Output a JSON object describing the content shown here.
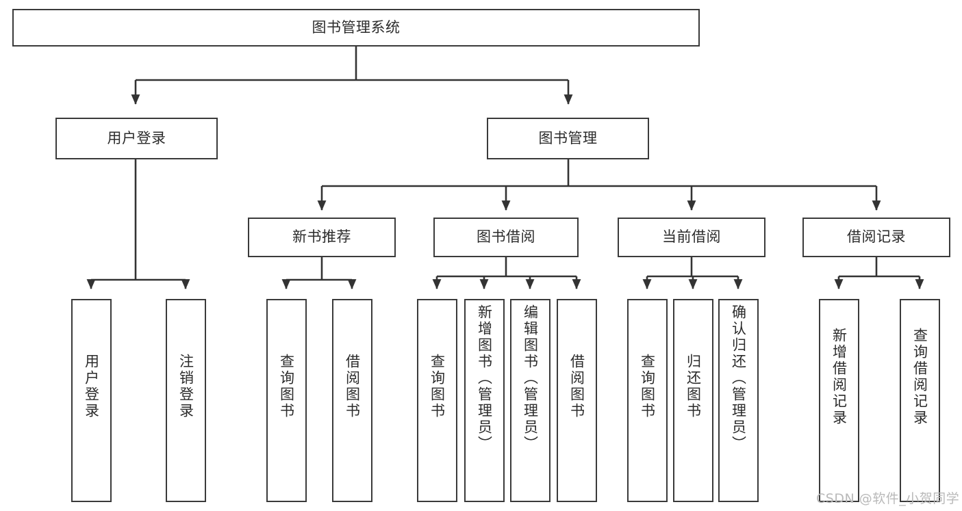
{
  "diagram": {
    "type": "tree-hierarchy",
    "title": "图书管理系统",
    "watermark": "CSDN @软件_小贺同学",
    "colors": {
      "box_border": "#3a3a3a",
      "box_fill": "#ffffff",
      "connector": "#333333",
      "text": "#2b2b2b",
      "background": "#ffffff",
      "watermark": "#b9b9b9"
    },
    "levels": {
      "root": {
        "label": "图书管理系统"
      },
      "level2": [
        {
          "label": "用户登录"
        },
        {
          "label": "图书管理"
        }
      ],
      "level3": [
        {
          "label": "新书推荐"
        },
        {
          "label": "图书借阅"
        },
        {
          "label": "当前借阅"
        },
        {
          "label": "借阅记录"
        }
      ],
      "leaves_user_login": [
        {
          "label": "用户登录"
        },
        {
          "label": "注销登录"
        }
      ],
      "leaves_new_book": [
        {
          "label": "查询图书"
        },
        {
          "label": "借阅图书"
        }
      ],
      "leaves_borrow": [
        {
          "label": "查询图书"
        },
        {
          "label": "新增图书（管理员）"
        },
        {
          "label": "编辑图书（管理员）"
        },
        {
          "label": "借阅图书"
        }
      ],
      "leaves_current": [
        {
          "label": "查询图书"
        },
        {
          "label": "归还图书"
        },
        {
          "label": "确认归还（管理员）"
        }
      ],
      "leaves_records": [
        {
          "label": "新增借阅记录"
        },
        {
          "label": "查询借阅记录"
        }
      ]
    }
  }
}
